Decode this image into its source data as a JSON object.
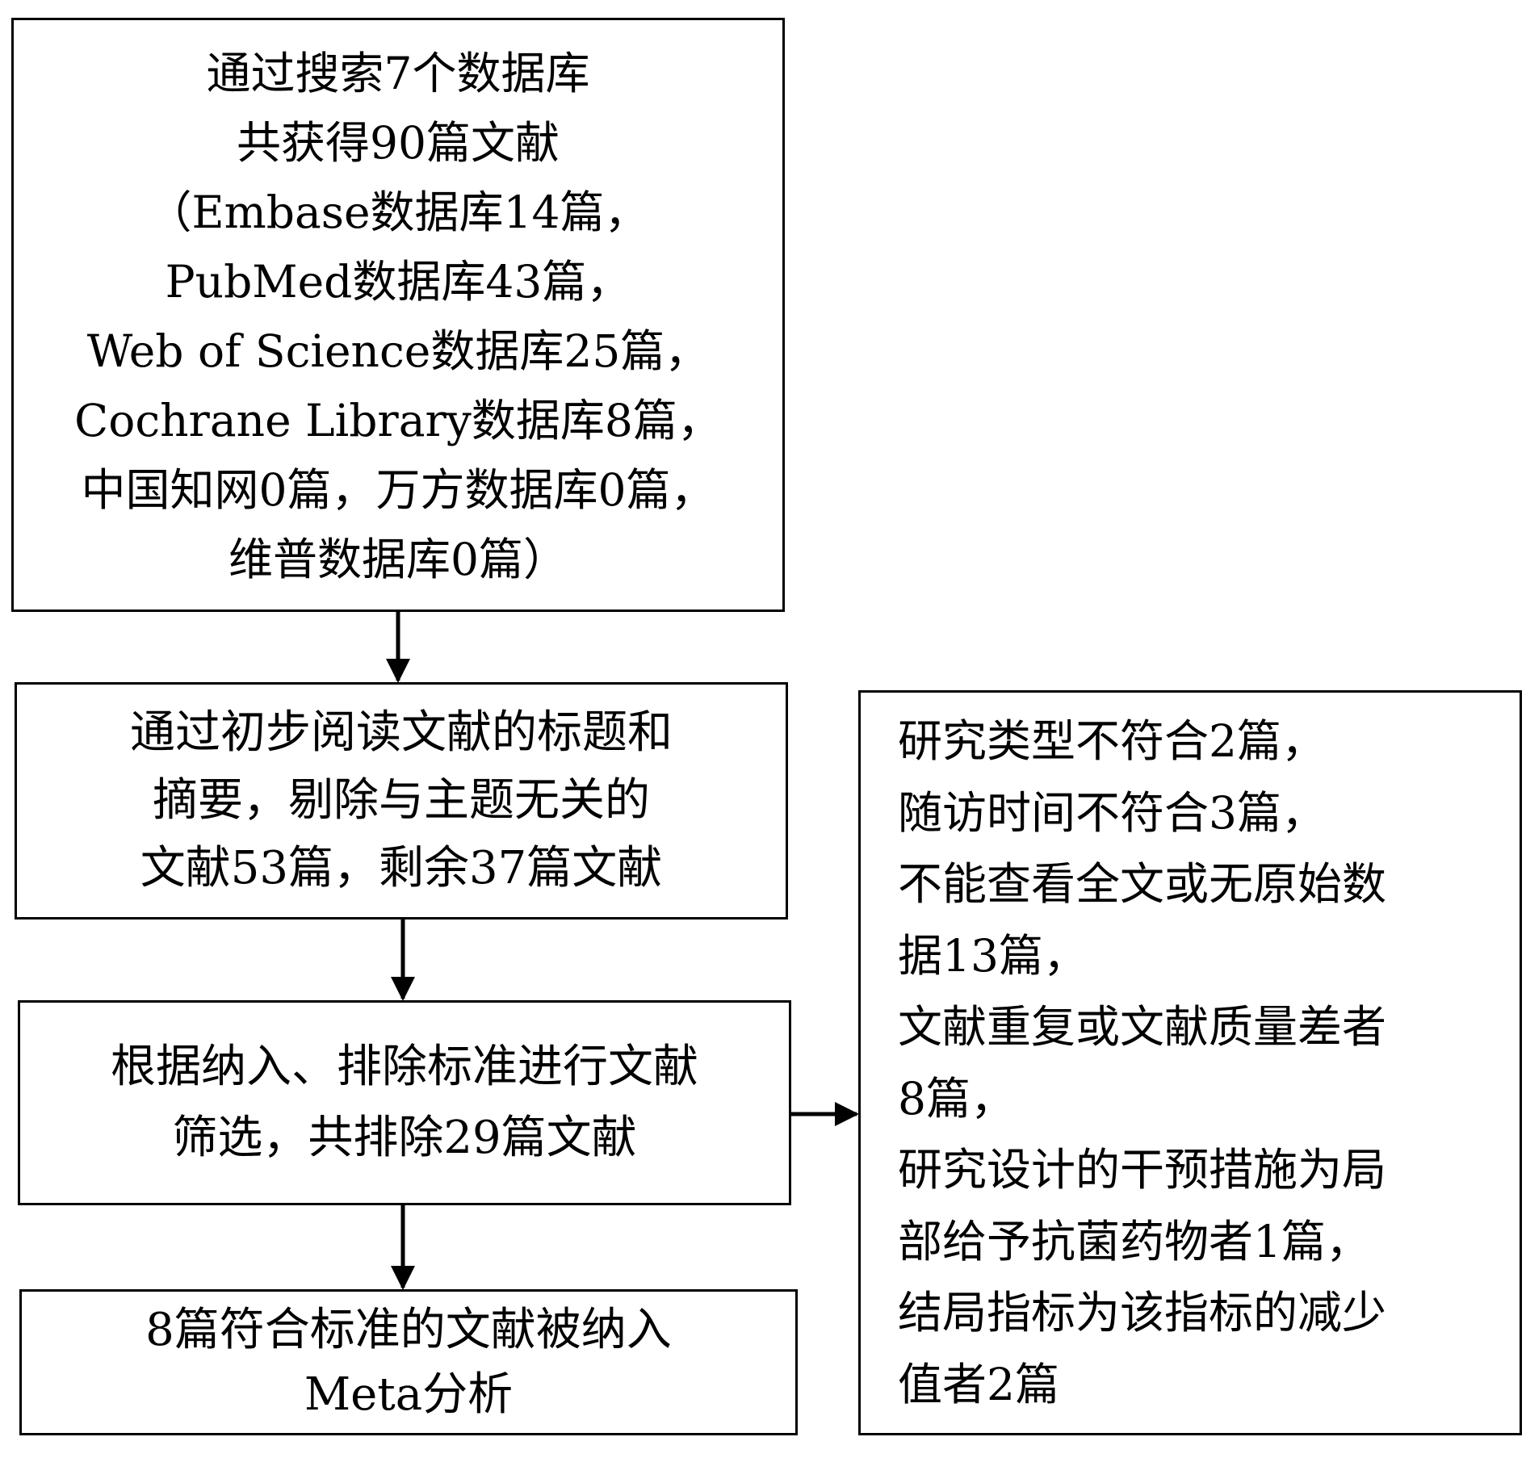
{
  "boxes": {
    "search": {
      "lines": [
        "通过搜索7个数据库",
        "共获得90篇文献",
        "（Embase数据库14篇，",
        "PubMed数据库43篇，",
        "Web of Science数据库25篇，",
        "Cochrane Library数据库8篇，",
        "中国知网0篇，万方数据库0篇，",
        "维普数据库0篇）"
      ]
    },
    "screen": {
      "lines": [
        "通过初步阅读文献的标题和",
        "摘要，剔除与主题无关的",
        "文献53篇，剩余37篇文献"
      ]
    },
    "criteria": {
      "lines": [
        "根据纳入、排除标准进行文献",
        "筛选，共排除29篇文献"
      ]
    },
    "include": {
      "lines": [
        "8篇符合标准的文献被纳入",
        "Meta分析"
      ]
    },
    "exclusions": {
      "lines": [
        "研究类型不符合2篇，",
        "随访时间不符合3篇，",
        "不能查看全文或无原始数",
        "据13篇，",
        "文献重复或文献质量差者",
        "8篇，",
        "研究设计的干预措施为局",
        "部给予抗菌药物者1篇，",
        "结局指标为该指标的减少",
        "值者2篇"
      ]
    }
  }
}
